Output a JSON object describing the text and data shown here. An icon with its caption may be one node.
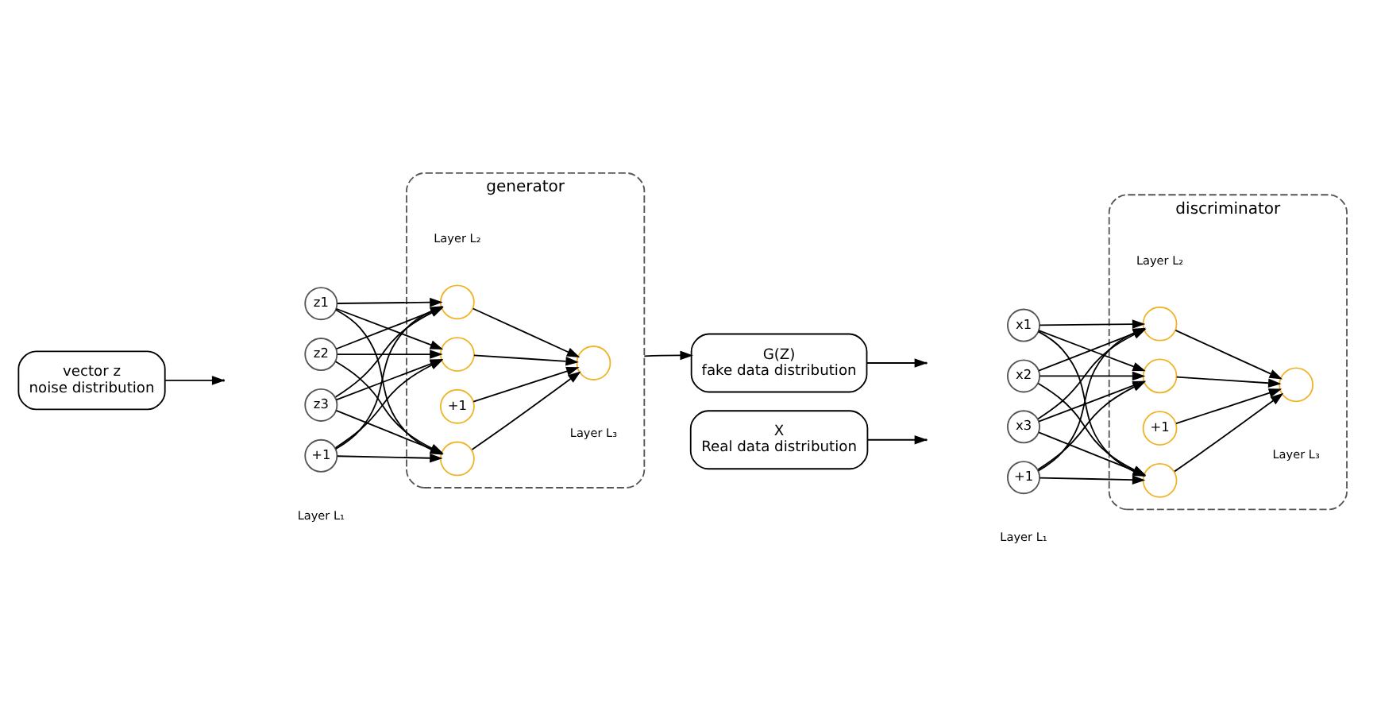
{
  "diagram": {
    "nodes": [
      {
        "text": [
          "vector z",
          "noise distribution"
        ]
      },
      {
        "text": [
          "generator"
        ]
      },
      {
        "text": [
          "z1"
        ]
      },
      {
        "text": [
          "z2"
        ]
      },
      {
        "text": [
          "z3"
        ]
      },
      {
        "text": [
          "+1"
        ]
      },
      {
        "text": [],
        "shape": "circle",
        "in": 1
      },
      {
        "text": [],
        "shape": "circle",
        "in": 1
      },
      {
        "text": [],
        "shape": "circle",
        "in": 1
      },
      {
        "text": [
          "+1"
        ],
        "in": 1
      },
      {
        "text": [],
        "shape": "circle",
        "in": 1
      },
      {
        "text": [
          "G(Z)",
          "fake data distribution"
        ]
      },
      {
        "text": [
          "X",
          "Real data distribution"
        ]
      },
      {
        "text": [
          "discriminator"
        ]
      },
      {
        "text": [
          "x1"
        ]
      },
      {
        "text": [
          "x2"
        ]
      },
      {
        "text": [
          "x3"
        ]
      },
      {
        "text": [
          "+1"
        ]
      },
      {
        "text": [],
        "shape": "circle",
        "in": 13
      },
      {
        "text": [],
        "shape": "circle",
        "in": 13
      },
      {
        "text": [],
        "shape": "circle",
        "in": 13
      },
      {
        "text": [
          "+1"
        ],
        "in": 13
      },
      {
        "text": [],
        "shape": "circle",
        "in": 13
      }
    ],
    "edges": [
      {
        "from": 0,
        "to": null,
        "arrow": "to"
      },
      {
        "from": 2,
        "to": 6,
        "arrow": "to"
      },
      {
        "from": 2,
        "to": 7,
        "arrow": "to"
      },
      {
        "from": 2,
        "to": 8,
        "arrow": "to"
      },
      {
        "from": 3,
        "to": 6,
        "arrow": "to"
      },
      {
        "from": 3,
        "to": 7,
        "arrow": "to"
      },
      {
        "from": 3,
        "to": 8,
        "arrow": "to"
      },
      {
        "from": 4,
        "to": 6,
        "arrow": "to"
      },
      {
        "from": 4,
        "to": 7,
        "arrow": "to"
      },
      {
        "from": 4,
        "to": 8,
        "arrow": "to"
      },
      {
        "from": 5,
        "to": 6,
        "arrow": "to"
      },
      {
        "from": 5,
        "to": 7,
        "arrow": "to"
      },
      {
        "from": 5,
        "to": 8,
        "arrow": "to"
      },
      {
        "from": 6,
        "to": 10,
        "arrow": "to"
      },
      {
        "from": 7,
        "to": 10,
        "arrow": "to"
      },
      {
        "from": 8,
        "to": 10,
        "arrow": "to"
      },
      {
        "from": 9,
        "to": 10,
        "arrow": "to"
      },
      {
        "from": 1,
        "to": 11,
        "arrow": "to"
      },
      {
        "from": 11,
        "to": null,
        "arrow": "to"
      },
      {
        "from": 12,
        "to": null,
        "arrow": "to"
      },
      {
        "from": 14,
        "to": 18,
        "arrow": "to"
      },
      {
        "from": 14,
        "to": 19,
        "arrow": "to"
      },
      {
        "from": 14,
        "to": 20,
        "arrow": "to"
      },
      {
        "from": 15,
        "to": 18,
        "arrow": "to"
      },
      {
        "from": 15,
        "to": 19,
        "arrow": "to"
      },
      {
        "from": 15,
        "to": 20,
        "arrow": "to"
      },
      {
        "from": 16,
        "to": 18,
        "arrow": "to"
      },
      {
        "from": 16,
        "to": 19,
        "arrow": "to"
      },
      {
        "from": 16,
        "to": 20,
        "arrow": "to"
      },
      {
        "from": 17,
        "to": 18,
        "arrow": "to"
      },
      {
        "from": 17,
        "to": 19,
        "arrow": "to"
      },
      {
        "from": 17,
        "to": 20,
        "arrow": "to"
      },
      {
        "from": 18,
        "to": 22,
        "arrow": "to"
      },
      {
        "from": 19,
        "to": 22,
        "arrow": "to"
      },
      {
        "from": 20,
        "to": 22,
        "arrow": "to"
      },
      {
        "from": 21,
        "to": 22,
        "arrow": "to"
      }
    ],
    "labels": [
      "Layer L₁",
      "Layer L₂",
      "Layer L₃",
      "Layer L₁",
      "Layer L₂",
      "Layer L₃"
    ]
  }
}
